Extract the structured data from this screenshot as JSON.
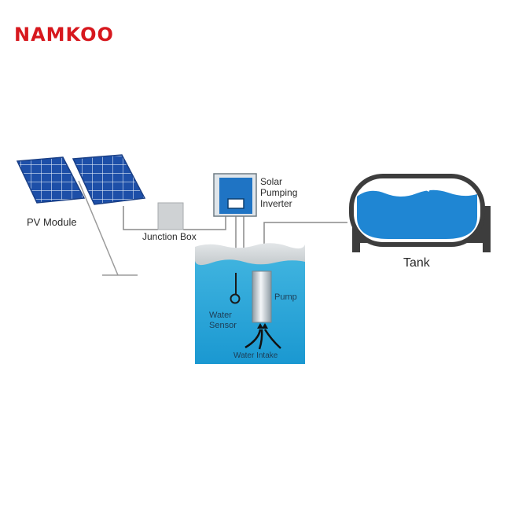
{
  "brand": {
    "logo_text": "NAMKOO",
    "color": "#d7181e"
  },
  "labels": {
    "pv_module": "PV Module",
    "junction_box": "Junction Box",
    "inverter_line1": "Solar",
    "inverter_line2": "Pumping",
    "inverter_line3": "Inverter",
    "tank": "Tank",
    "pump": "Pump",
    "water_sensor_line1": "Water",
    "water_sensor_line2": "Sensor",
    "water_intake": "Water Intake"
  },
  "colors": {
    "panel_blue": "#1d4fa8",
    "inverter_blue": "#1f74c4",
    "water": "#2aa7d9",
    "tank_water": "#1f86d3",
    "wire": "#8a8a8a"
  }
}
